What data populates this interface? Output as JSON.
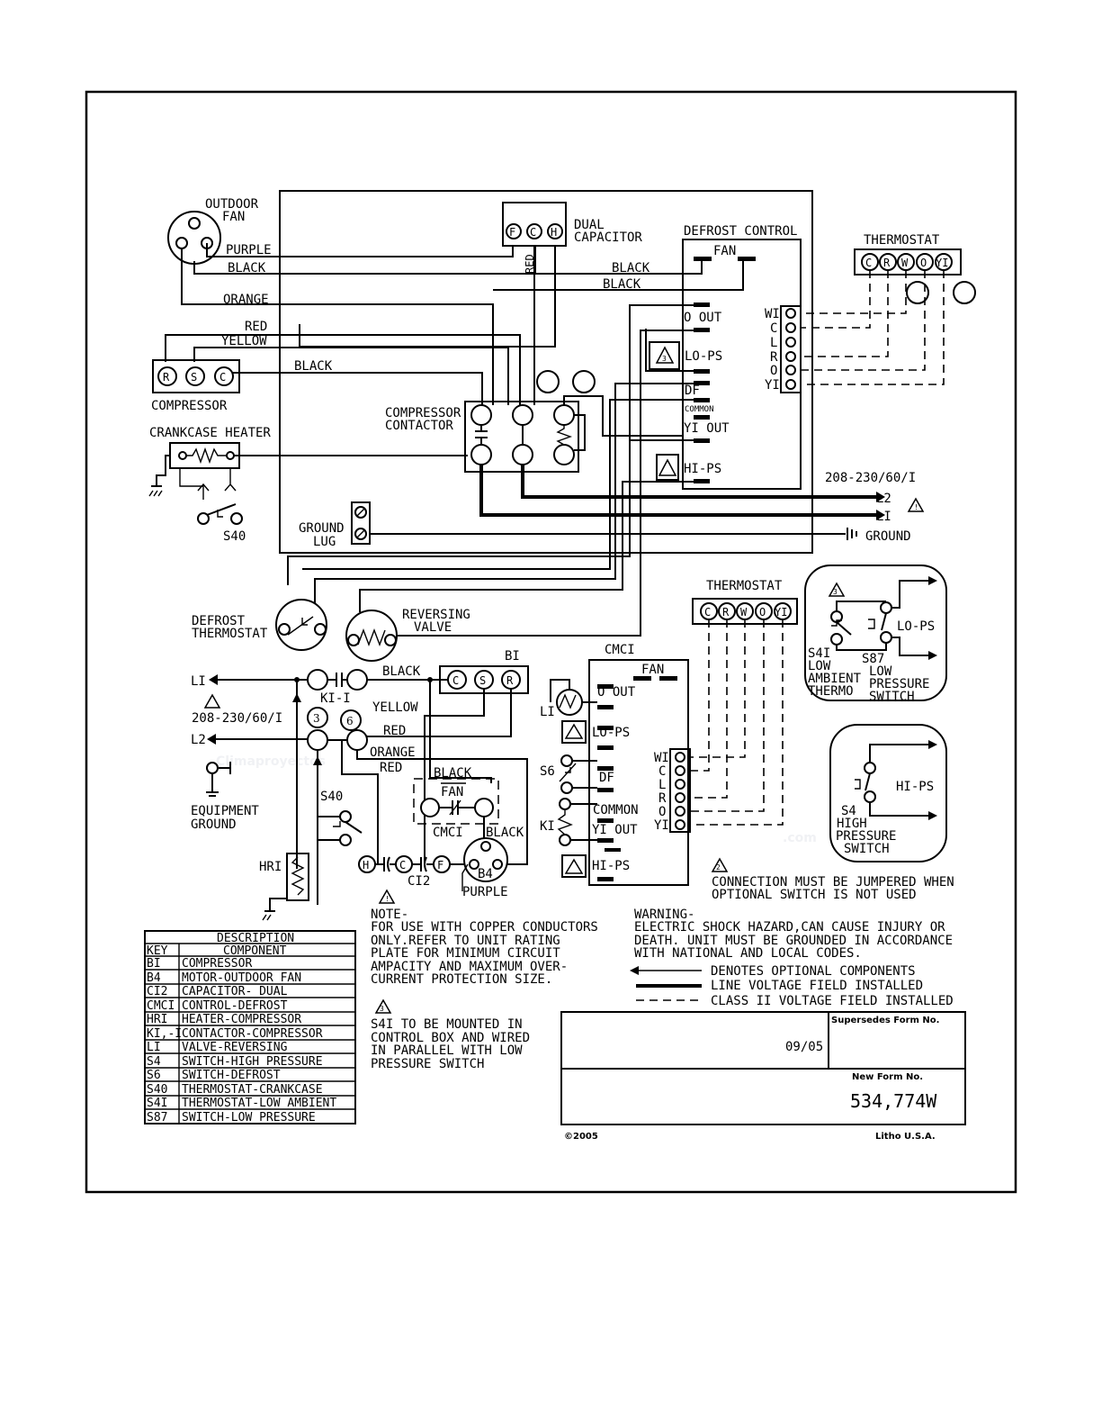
{
  "watermark": {
    "line1": "Climaproyectos",
    "line2": ".com"
  },
  "labels": {
    "outdoor_fan": [
      "OUTDOOR",
      "FAN"
    ],
    "purple": "PURPLE",
    "black": "BLACK",
    "orange": "ORANGE",
    "red": "RED",
    "yellow": "YELLOW",
    "compressor": "COMPRESSOR",
    "crankcase_heater": "CRANKCASE HEATER",
    "s40": "S40",
    "dual_capacitor": [
      "DUAL",
      "CAPACITOR"
    ],
    "cap_terminals": [
      "F",
      "C",
      "H"
    ],
    "compressor_terminals": [
      "R",
      "S",
      "C"
    ],
    "compressor_contactor": [
      "COMPRESSOR",
      "CONTACTOR"
    ],
    "ground_lug": [
      "GROUND",
      "LUG"
    ],
    "defrost_control": "DEFROST CONTROL",
    "fan": "FAN",
    "o_out": "O OUT",
    "lo_ps": "LO-PS",
    "df": "DF",
    "common": "COMMON",
    "y1_out": "YI OUT",
    "hi_ps": "HI-PS",
    "thermostat": "THERMOSTAT",
    "thermostat_terminals": [
      "C",
      "R",
      "W",
      "O",
      "YI"
    ],
    "terminal_block": [
      "WI",
      "C",
      "L",
      "R",
      "O",
      "YI"
    ],
    "supply": "208-230/60/I",
    "l1": "LI",
    "l2": "L2",
    "ground": "GROUND",
    "defrost_thermostat": [
      "DEFROST",
      "THERMOSTAT"
    ],
    "reversing_valve": [
      "REVERSING",
      "VALVE"
    ],
    "b1": "BI",
    "b4": "B4",
    "k1_1": "KI-I",
    "k1": "KI",
    "cmc1": "CMCI",
    "l1_coil": "LI",
    "s6": "S6",
    "hr1": "HRI",
    "c12": "CI2",
    "equipment_ground": [
      "EQUIPMENT",
      "GROUND"
    ],
    "circle_3": "3",
    "circle_6": "6",
    "triangle_2": "2",
    "triangle_3": "3",
    "s41_text": [
      "S4I",
      "LOW",
      "AMBIENT",
      "THERMO"
    ],
    "s87_text": [
      "S87",
      "LOW",
      "PRESSURE",
      "SWITCH"
    ],
    "s4_text": [
      "S4",
      "HIGH",
      "PRESSURE",
      "SWITCH"
    ]
  },
  "notes": {
    "jumper": [
      "CONNECTION MUST BE JUMPERED WHEN",
      "OPTIONAL SWITCH IS NOT USED"
    ],
    "note": [
      "NOTE-",
      "FOR USE WITH COPPER CONDUCTORS",
      "ONLY.REFER TO UNIT RATING",
      "PLATE FOR MINIMUM CIRCUIT",
      "AMPACITY AND MAXIMUM OVER-",
      "CURRENT PROTECTION SIZE."
    ],
    "s41_mount": [
      "S4I TO BE MOUNTED IN",
      "CONTROL BOX AND WIRED",
      "IN PARALLEL WITH LOW",
      "PRESSURE SWITCH"
    ],
    "warning": [
      "WARNING-",
      "ELECTRIC SHOCK HAZARD,CAN CAUSE INJURY OR",
      "DEATH. UNIT MUST BE GROUNDED IN ACCORDANCE",
      "WITH NATIONAL AND LOCAL CODES."
    ],
    "legend": [
      "DENOTES OPTIONAL COMPONENTS",
      "LINE VOLTAGE FIELD INSTALLED",
      "CLASS II VOLTAGE FIELD INSTALLED"
    ]
  },
  "description_table": {
    "title": "DESCRIPTION",
    "headers": [
      "KEY",
      "COMPONENT"
    ],
    "rows": [
      [
        "BI",
        "COMPRESSOR"
      ],
      [
        "B4",
        "MOTOR-OUTDOOR FAN"
      ],
      [
        "CI2",
        "CAPACITOR- DUAL"
      ],
      [
        "CMCI",
        "CONTROL-DEFROST"
      ],
      [
        "HRI",
        "HEATER-COMPRESSOR"
      ],
      [
        "KI,-I",
        "CONTACTOR-COMPRESSOR"
      ],
      [
        "LI",
        "VALVE-REVERSING"
      ],
      [
        "S4",
        "SWITCH-HIGH PRESSURE"
      ],
      [
        "S6",
        "SWITCH-DEFROST"
      ],
      [
        "S40",
        "THERMOSTAT-CRANKCASE"
      ],
      [
        "S4I",
        "THERMOSTAT-LOW AMBIENT"
      ],
      [
        "S87",
        "SWITCH-LOW PRESSURE"
      ]
    ]
  },
  "title_block": {
    "supersedes_label": "Supersedes Form No.",
    "date": "09/05",
    "new_form_label": "New Form No.",
    "form_number": "534,774W",
    "copyright": "©2005",
    "litho": "Litho U.S.A."
  }
}
